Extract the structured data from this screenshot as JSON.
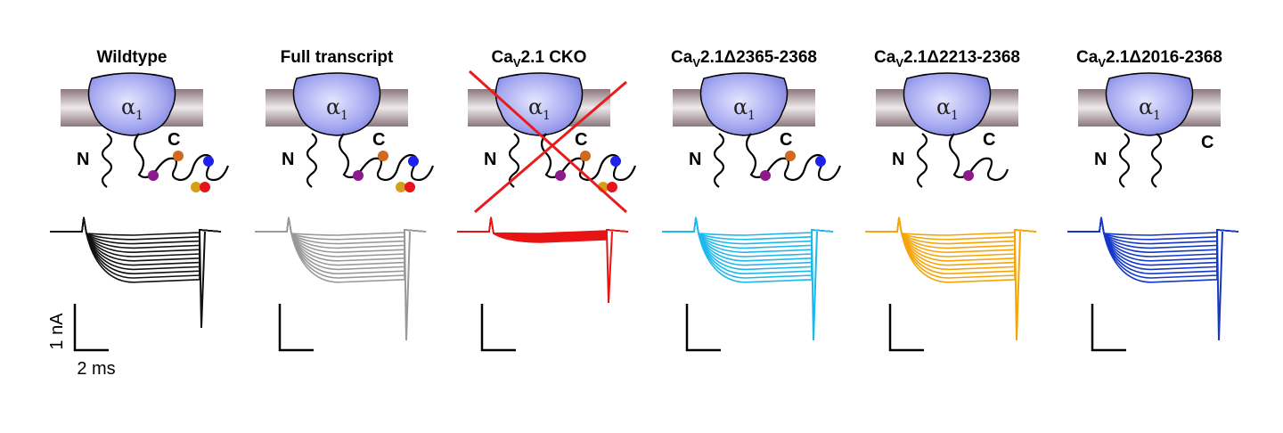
{
  "colors": {
    "membrane": "#a8959b",
    "channel_fill": "#8f93e8",
    "tail_dots": {
      "orange": "#d2691e",
      "blue": "#1e22e8",
      "purple": "#8b1a8b",
      "yellow": "#d4a017",
      "red": "#e8141c"
    },
    "knockout_cross": "#e81c1c"
  },
  "labels": {
    "alpha_symbol": "α",
    "alpha_subscript": "1",
    "n_terminus": "N",
    "c_terminus": "C"
  },
  "panels": [
    {
      "id": "wildtype",
      "title_main": "Wildtype",
      "title_sub": "",
      "title_rest": "",
      "trace_color": "#111111",
      "tail": "full",
      "knockout": false
    },
    {
      "id": "full-transcript",
      "title_main": "Full transcript",
      "title_sub": "",
      "title_rest": "",
      "trace_color": "#999999",
      "tail": "full",
      "knockout": false
    },
    {
      "id": "cko",
      "title_main": "Ca",
      "title_sub": "V",
      "title_rest": "2.1 CKO",
      "trace_color": "#e81414",
      "tail": "full",
      "knockout": true
    },
    {
      "id": "del-2365-2368",
      "title_main": "Ca",
      "title_sub": "V",
      "title_rest": "2.1Δ2365-2368",
      "trace_color": "#1eb8ec",
      "tail": "no-distal-pair",
      "knockout": false
    },
    {
      "id": "del-2213-2368",
      "title_main": "Ca",
      "title_sub": "V",
      "title_rest": "2.1Δ2213-2368",
      "trace_color": "#f5a50a",
      "tail": "purple-only",
      "knockout": false
    },
    {
      "id": "del-2016-2368",
      "title_main": "Ca",
      "title_sub": "V",
      "title_rest": "2.1Δ2016-2368",
      "trace_color": "#1438c8",
      "tail": "truncated",
      "knockout": false
    }
  ],
  "scale_bar": {
    "current_label": "1 nA",
    "time_label": "2 ms"
  }
}
